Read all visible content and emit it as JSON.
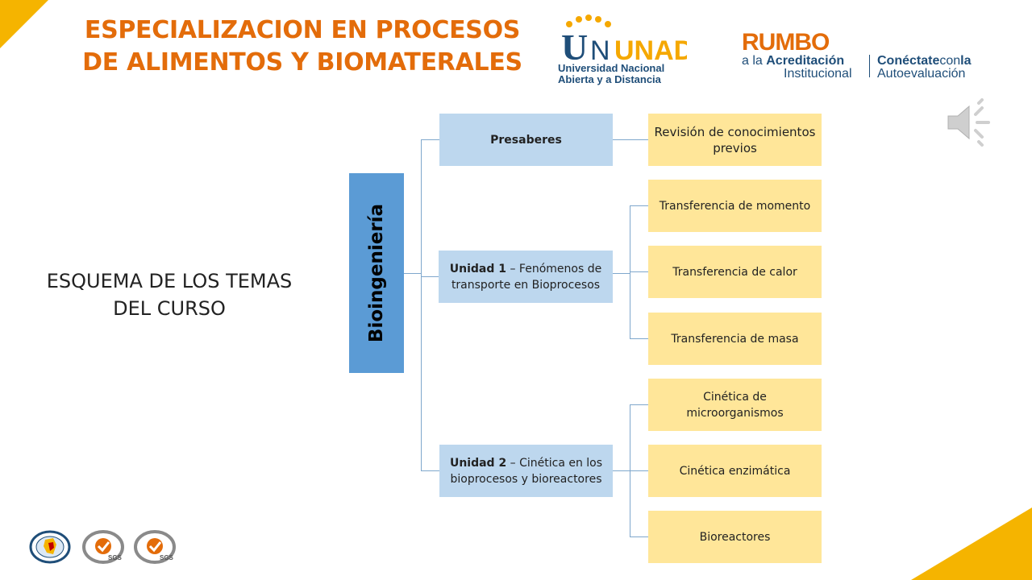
{
  "header": {
    "title_line1": "ESPECIALIZACION EN PROCESOS",
    "title_line2": "DE ALIMENTOS Y BIOMATERALES"
  },
  "logos": {
    "unad": {
      "mark": "UNAD",
      "line1": "Universidad Nacional",
      "line2": "Abierta y a Distancia"
    },
    "rumbo": {
      "mark": "RUMBO",
      "line1a": "a la ",
      "line1b": "Acreditación",
      "line2": "Institucional",
      "right_line1a": "Conéctate",
      "right_line1b": "con",
      "right_line1c": "la",
      "right_line2": "Autoevaluación"
    },
    "sgs_1": "SGS",
    "sgs_2": "SGS"
  },
  "left_heading": {
    "line1": "ESQUEMA DE LOS TEMAS",
    "line2": "DEL CURSO"
  },
  "diagram": {
    "root": "Bioingeniería",
    "presaberes": {
      "label": "Presaberes",
      "child": "Revisión de conocimientos previos"
    },
    "unidad1": {
      "label_bold": "Unidad 1",
      "label_rest": " – Fenómenos de transporte en Bioprocesos",
      "children": [
        "Transferencia de momento",
        "Transferencia de calor",
        "Transferencia de masa"
      ]
    },
    "unidad2": {
      "label_bold": "Unidad 2",
      "label_rest": " – Cinética en los bioprocesos y bioreactores",
      "children": [
        "Cinética de microorganismos",
        "Cinética enzimática",
        "Bioreactores"
      ]
    }
  },
  "colors": {
    "accent": "#e36c0a",
    "root": "#5b9bd5",
    "level1": "#bdd7ee",
    "level2": "#ffe699",
    "connector": "#7fa7cc",
    "corner": "#f5b400"
  },
  "icons": {
    "audio": "speaker-icon"
  }
}
